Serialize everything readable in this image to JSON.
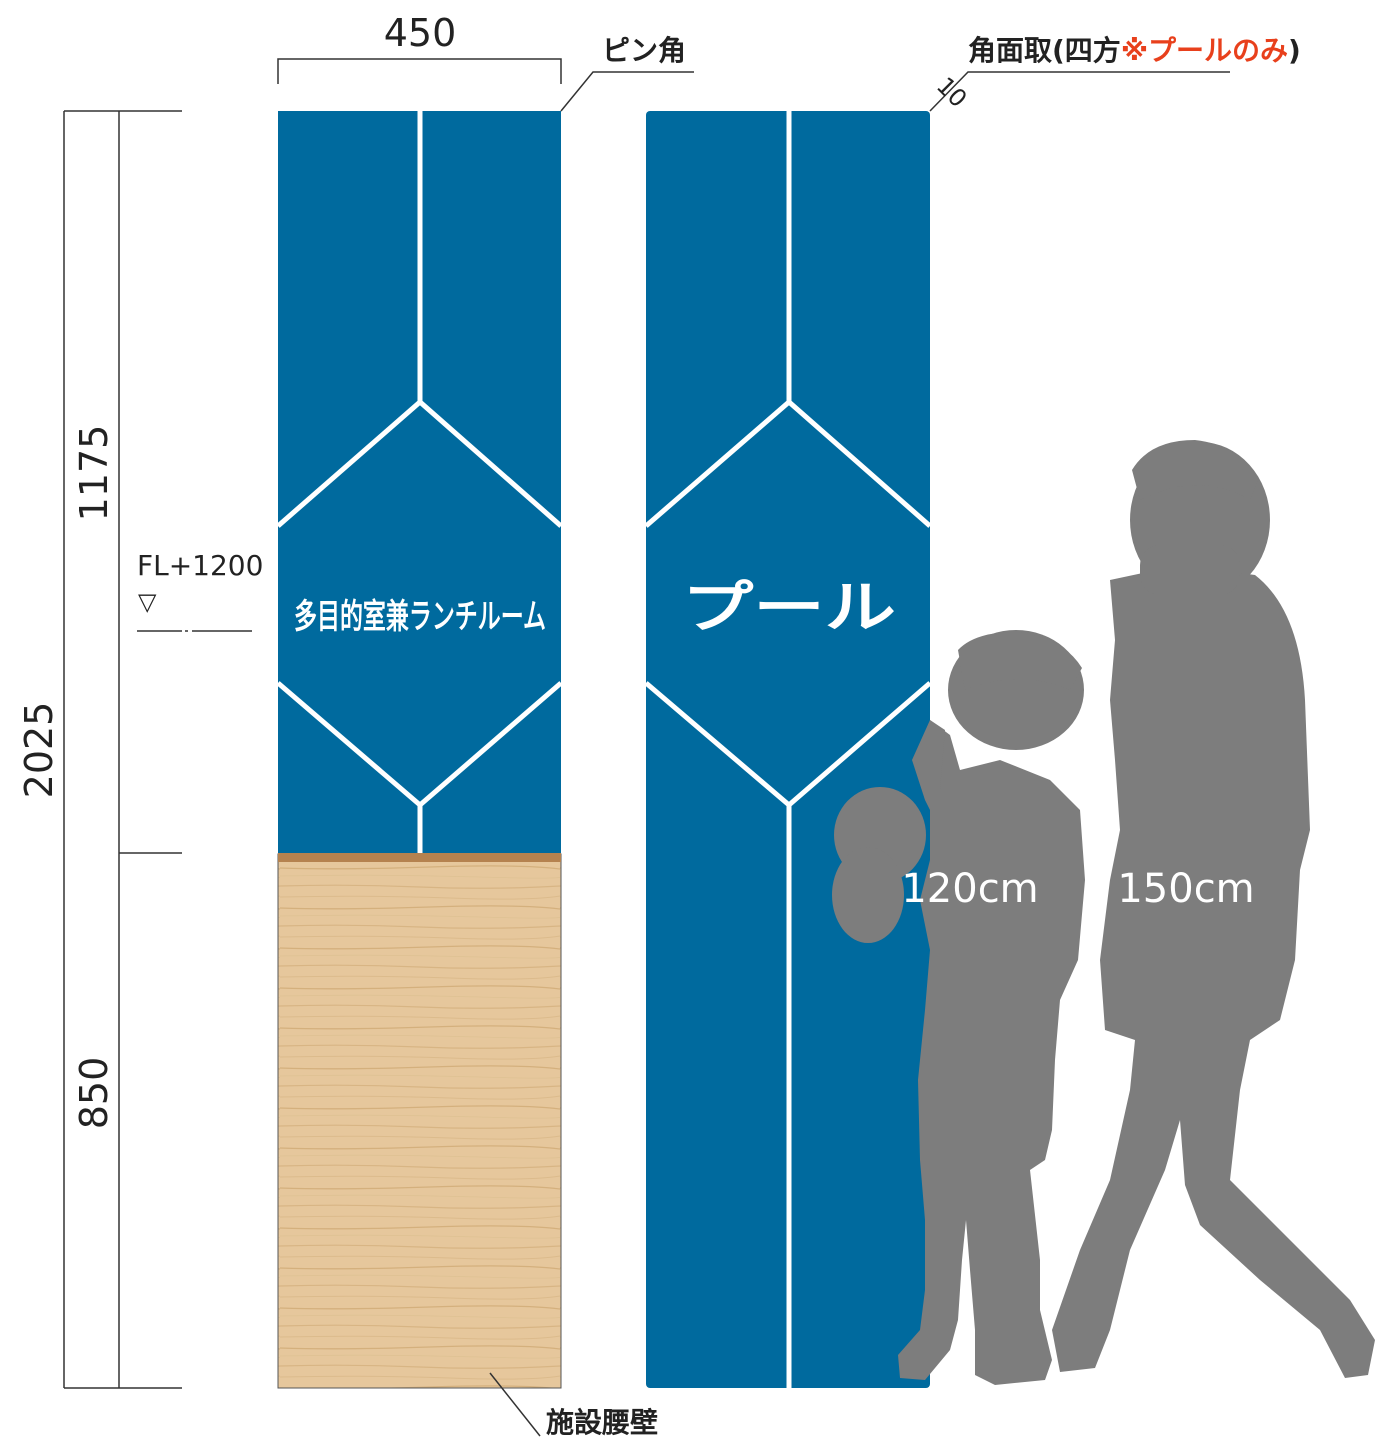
{
  "colors": {
    "panel_blue": "#006a9e",
    "line_white": "#ffffff",
    "wood": "#e6c79c",
    "wood_top_edge": "#b5824f",
    "silhouette": "#7d7d7d",
    "dim_line": "#333333",
    "accent_red": "#e8401c"
  },
  "dimensions": {
    "width": "450",
    "total_height": "2025",
    "upper_height": "1175",
    "lower_height": "850",
    "floor_level": "FL+1200",
    "floor_level_symbol": "▽",
    "chamfer_size": "10"
  },
  "notes": {
    "pin_corner": "ピン角",
    "chamfer_prefix": "角面取(四方",
    "chamfer_highlight": "※プールのみ",
    "chamfer_suffix": ")",
    "waist_wall": "施設腰壁"
  },
  "signs": {
    "left_label": "多目的室兼ランチルーム",
    "right_label": "プール"
  },
  "people": {
    "child_height": "120cm",
    "adult_height": "150cm"
  }
}
